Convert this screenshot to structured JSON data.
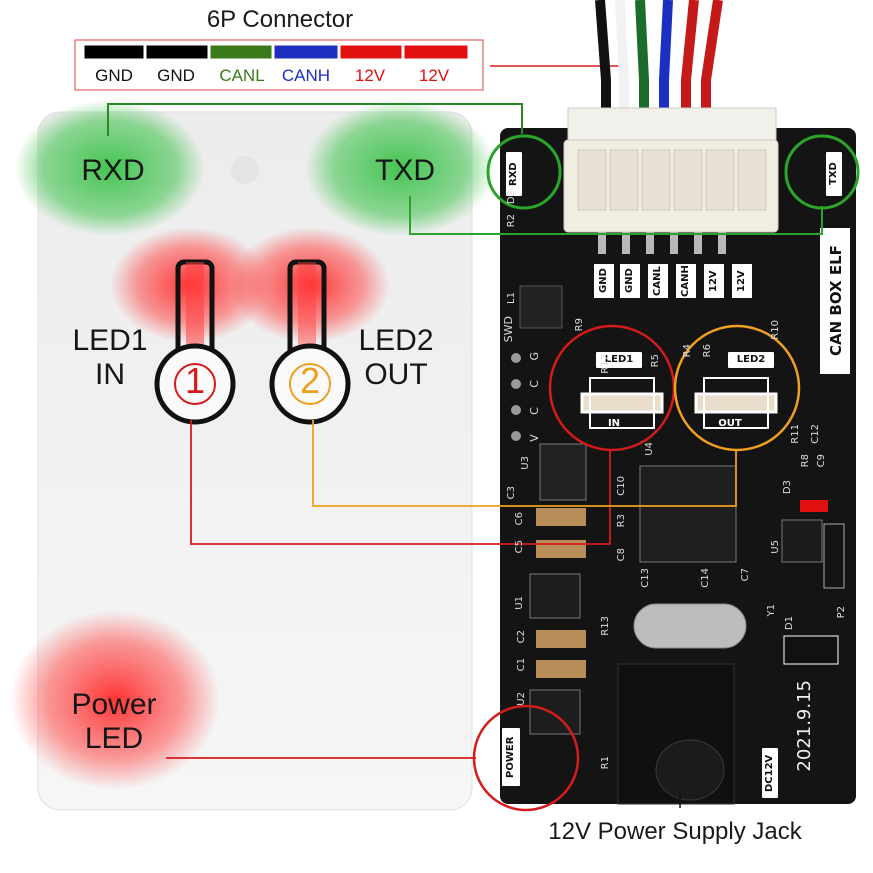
{
  "connector": {
    "title": "6P Connector",
    "pins": [
      {
        "label": "GND",
        "color": "#000000",
        "text_color": "#111111"
      },
      {
        "label": "GND",
        "color": "#000000",
        "text_color": "#111111"
      },
      {
        "label": "CANL",
        "color": "#3a7a1a",
        "text_color": "#3a7a1a"
      },
      {
        "label": "CANH",
        "color": "#1c2fbf",
        "text_color": "#1c2fbf"
      },
      {
        "label": "12V",
        "color": "#e01010",
        "text_color": "#e01010"
      },
      {
        "label": "12V",
        "color": "#e01010",
        "text_color": "#e01010"
      }
    ]
  },
  "panel": {
    "rxd": "RXD",
    "txd": "TXD",
    "led1_line1": "LED1",
    "led1_line2": "IN",
    "led1_num": "1",
    "led2_line1": "LED2",
    "led2_line2": "OUT",
    "led2_num": "2",
    "power_line1": "Power",
    "power_line2": "LED"
  },
  "board": {
    "name": "CAN BOX ELF",
    "date": "2021.9.15",
    "header_labels": [
      "GND",
      "GND",
      "CANL",
      "CANH",
      "12V",
      "12V"
    ],
    "rxd": "RXD",
    "txd": "TXD",
    "led1": "LED1",
    "led1_sub": "IN",
    "led2": "LED2",
    "led2_sub": "OUT",
    "power": "POWER",
    "dc": "DC12V",
    "swd": "SWD",
    "pins": "V C C G",
    "parts": [
      "D2",
      "R2",
      "L1",
      "R9",
      "R12",
      "R5",
      "R4",
      "R6",
      "R10",
      "U3",
      "C3",
      "C6",
      "C5",
      "C10",
      "R3",
      "C8",
      "U4",
      "C13",
      "C14",
      "C7",
      "U1",
      "R13",
      "C2",
      "C1",
      "U2",
      "R1",
      "Y1",
      "D1",
      "P2",
      "U5",
      "D3",
      "R11",
      "C12",
      "R8",
      "C9"
    ]
  },
  "jack_label": "12V Power Supply Jack",
  "colors": {
    "green": "#2aa52a",
    "red": "#d51c1c",
    "orange": "#f0a020",
    "pcb": "#141414"
  }
}
